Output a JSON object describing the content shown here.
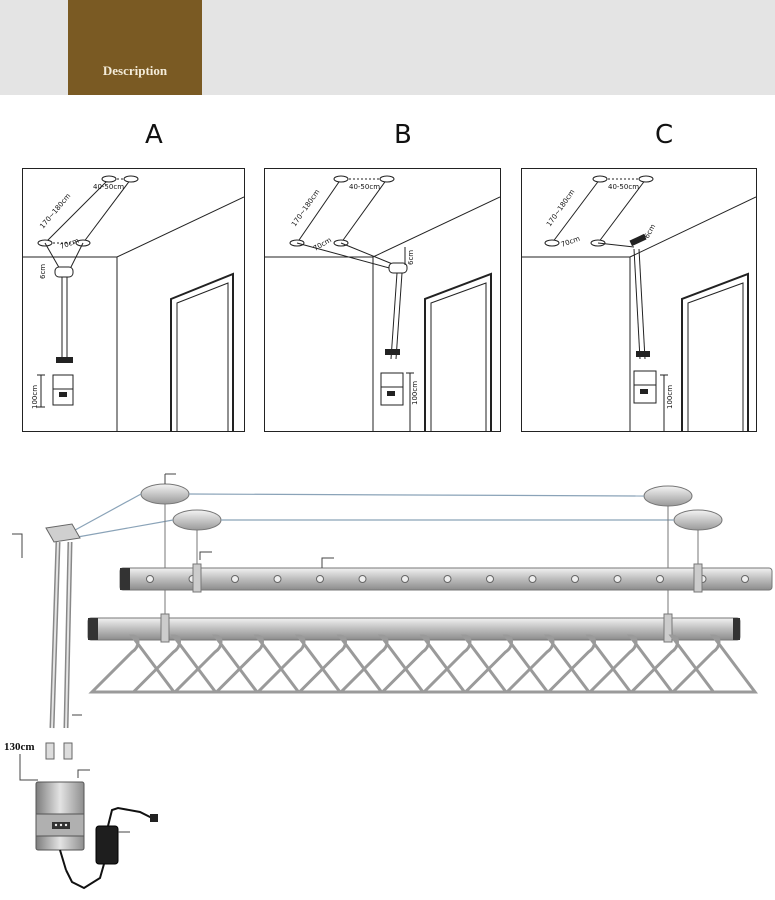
{
  "header": {
    "badge_label": "Description",
    "badge_color": "#7a5a23",
    "bar_color": "#e4e4e4"
  },
  "variants": [
    {
      "letter": "A",
      "dims": {
        "length": "170~180cm",
        "spacing": "40-50cm",
        "offset": "70cm",
        "drop": "6cm",
        "height": "100cm"
      }
    },
    {
      "letter": "B",
      "dims": {
        "length": "170~180cm",
        "spacing": "40-50cm",
        "offset": "70cm",
        "drop": "6cm",
        "height": "100cm"
      }
    },
    {
      "letter": "C",
      "dims": {
        "length": "170~180cm",
        "spacing": "40-50cm",
        "offset": "70cm",
        "drop": "6cm",
        "height": "100cm"
      }
    }
  ],
  "assembly": {
    "pole_height_label": "130cm",
    "hanger_count": 15,
    "hole_count": 15
  }
}
